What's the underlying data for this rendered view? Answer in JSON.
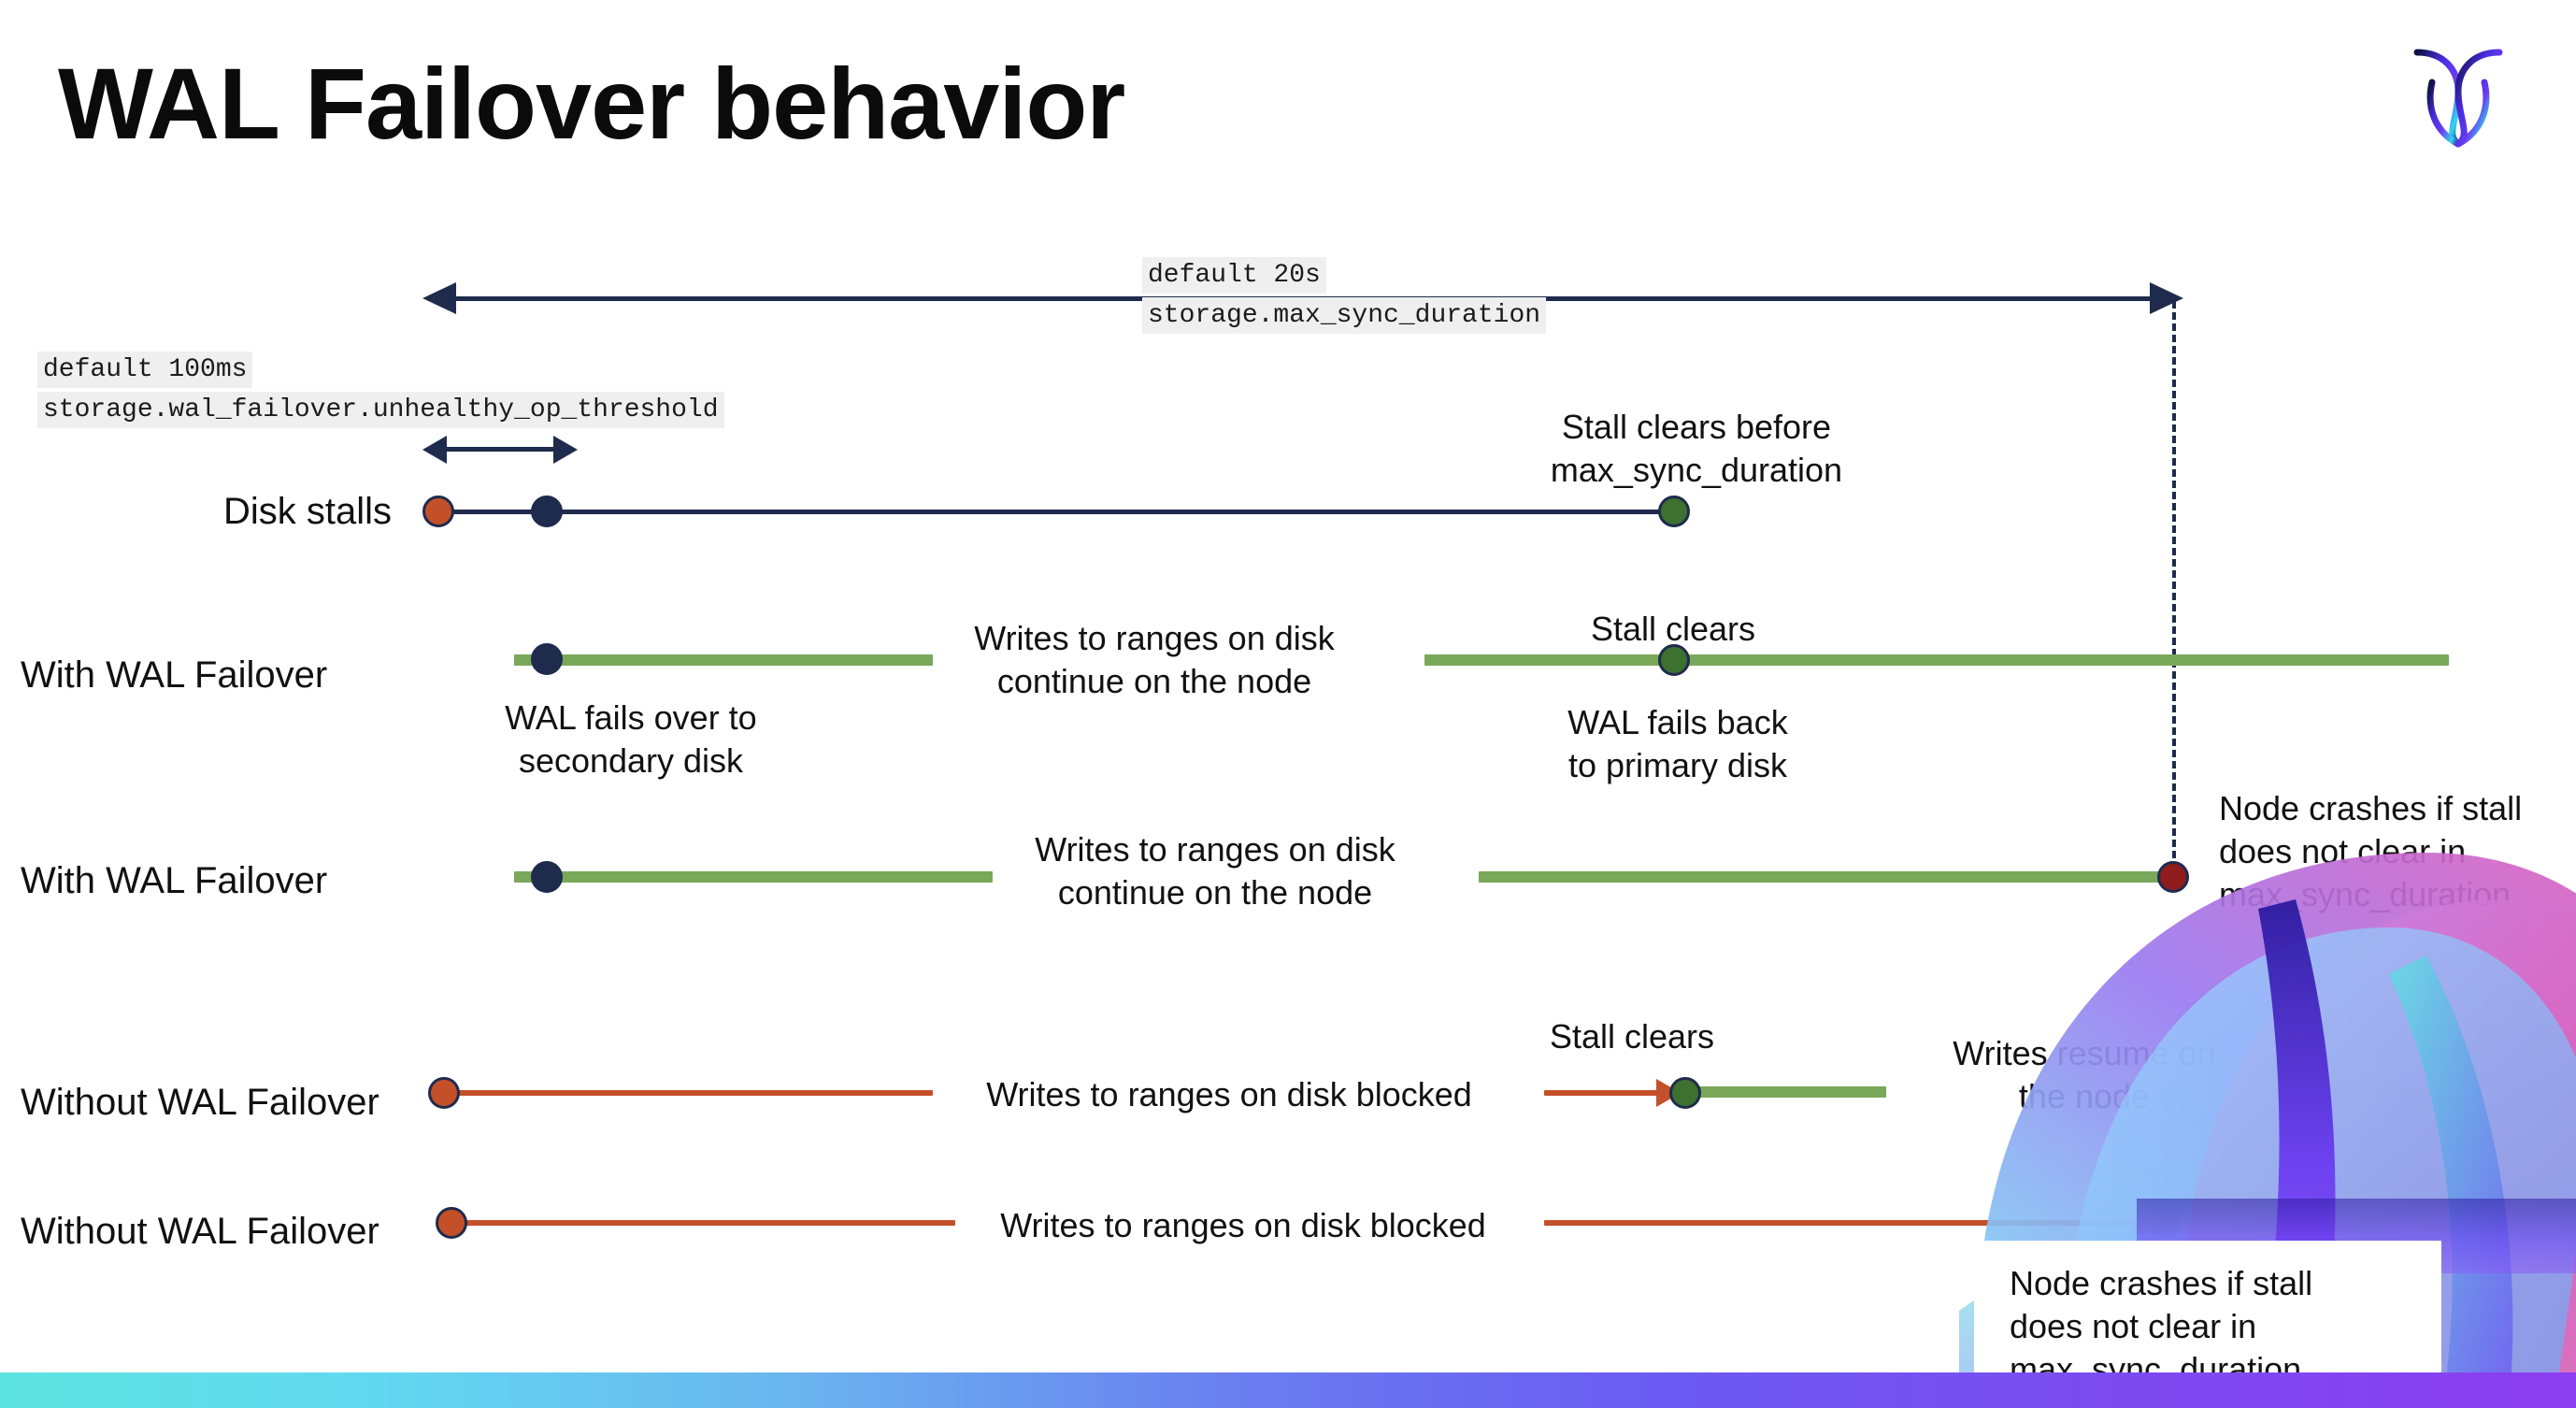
{
  "slide": {
    "title": "WAL Failover behavior",
    "logo_name": "cockroachdb-logo"
  },
  "settings": {
    "max_sync": {
      "default_label": "default 20s",
      "cluster_setting": "storage.max_sync_duration"
    },
    "unhealthy_op": {
      "default_label": "default 100ms",
      "cluster_setting": "storage.wal_failover.unhealthy_op_threshold"
    }
  },
  "rows": [
    {
      "label": "Disk stalls",
      "notes": [
        "Stall clears before\nmax_sync_duration"
      ]
    },
    {
      "label": "With WAL Failover",
      "notes": [
        "Writes to ranges on disk\ncontinue on the node",
        "Stall clears",
        "WAL fails over to\nsecondary disk",
        "WAL fails  back\nto primary disk"
      ]
    },
    {
      "label": "With WAL Failover",
      "notes": [
        "Writes to ranges on disk\ncontinue on the node",
        "Node crashes if stall\ndoes not clear in\nmax_sync_duration"
      ]
    },
    {
      "label": "Without WAL Failover",
      "notes": [
        "Writes to ranges on disk  blocked",
        "Stall clears",
        "Writes resume on\nthe node"
      ]
    },
    {
      "label": "Without WAL Failover",
      "notes": [
        "Writes to ranges on disk  blocked",
        "Node crashes if stall\ndoes not clear in\nmax_sync_duration"
      ]
    }
  ],
  "colors": {
    "navy": "#1f2b4d",
    "orange": "#c4502a",
    "green_line": "#7aa85a",
    "green_dot": "#3e7030",
    "dark_red": "#8f1d1d",
    "chip_bg": "#efefef",
    "text": "#111111"
  }
}
